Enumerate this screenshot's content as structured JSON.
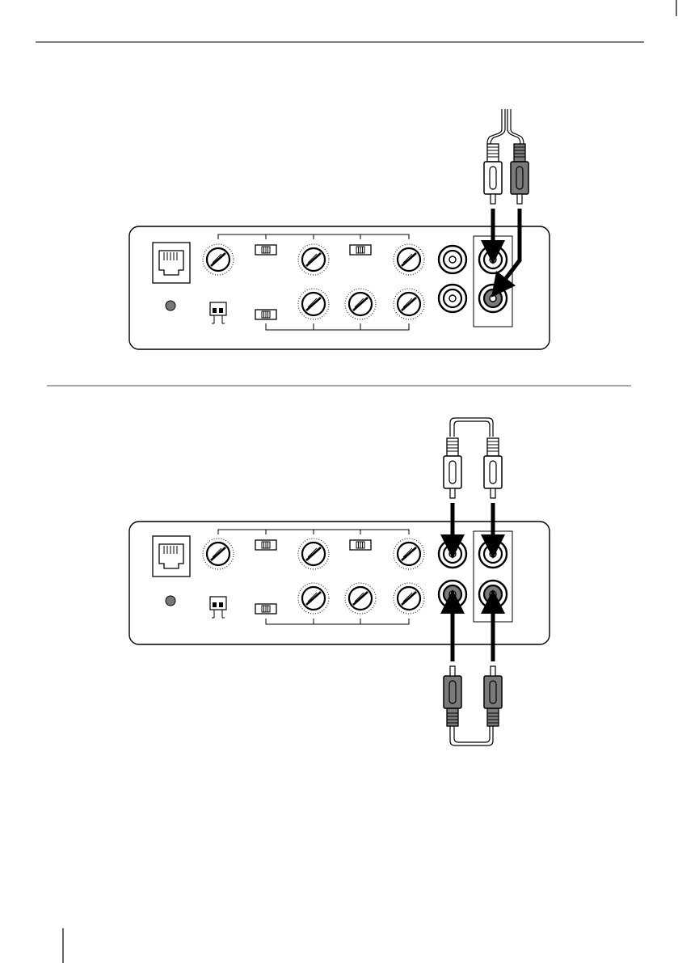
{
  "page": {
    "background": "#ffffff"
  },
  "colors": {
    "line": "#000000",
    "panel_fill": "#ffffff",
    "gray_plug": "#7a7a7a",
    "divider": "#888888"
  },
  "figures": [
    {
      "name": "connection-diagram-1",
      "description_visible_text": "",
      "rca_outputs": [
        "white",
        "gray"
      ],
      "cable": "Y-split"
    },
    {
      "name": "connection-diagram-2",
      "description_visible_text": "",
      "rca_outputs": [
        "white",
        "white",
        "gray",
        "gray"
      ],
      "cable": "loop"
    }
  ],
  "icons": {
    "phone_jack": "rj-jack-icon",
    "led": "led-indicator-icon",
    "knob": "rotary-knob-icon",
    "slide_switch": "slide-switch-icon",
    "dip_switch": "dip-switch-icon",
    "rca_socket": "rca-socket-icon",
    "rca_plug": "rca-plug-icon",
    "arrow": "arrow-icon"
  }
}
